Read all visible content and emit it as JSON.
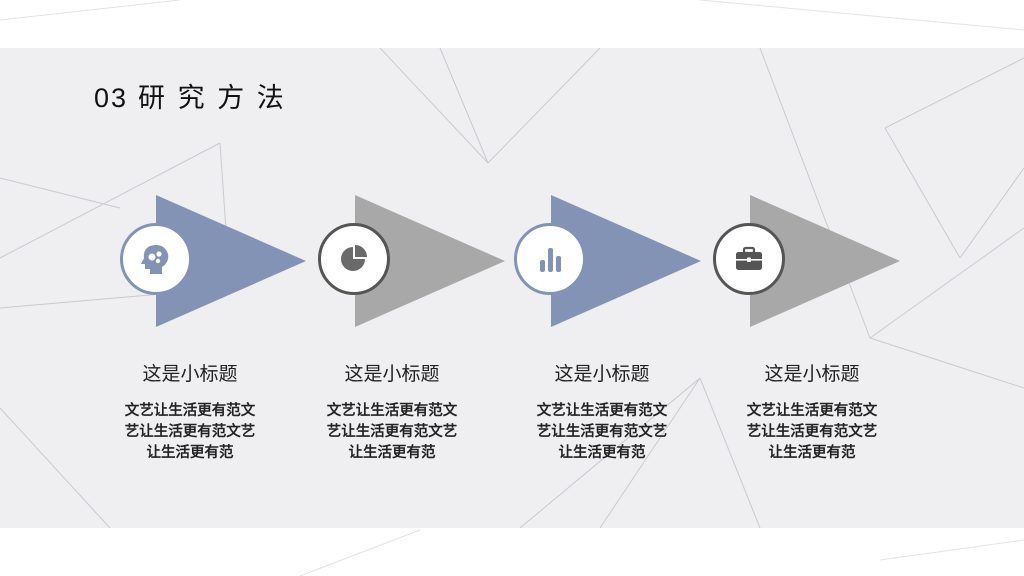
{
  "title": {
    "number": "03",
    "text": "研 究 方 法"
  },
  "colors": {
    "blue": "#8393b5",
    "gray": "#a8a8a8",
    "circle_dark": "#555555"
  },
  "steps": [
    {
      "icon": "brain-gear-icon",
      "heading": "这是小标题",
      "desc_lines": [
        "文艺让生活更有范文",
        "艺让生活更有范文艺",
        "让生活更有范"
      ]
    },
    {
      "icon": "pie-chart-icon",
      "heading": "这是小标题",
      "desc_lines": [
        "文艺让生活更有范文",
        "艺让生活更有范文艺",
        "让生活更有范"
      ]
    },
    {
      "icon": "bar-chart-icon",
      "heading": "这是小标题",
      "desc_lines": [
        "文艺让生活更有范文",
        "艺让生活更有范文艺",
        "让生活更有范"
      ]
    },
    {
      "icon": "briefcase-icon",
      "heading": "这是小标题",
      "desc_lines": [
        "文艺让生活更有范文",
        "艺让生活更有范文艺",
        "让生活更有范"
      ]
    }
  ]
}
